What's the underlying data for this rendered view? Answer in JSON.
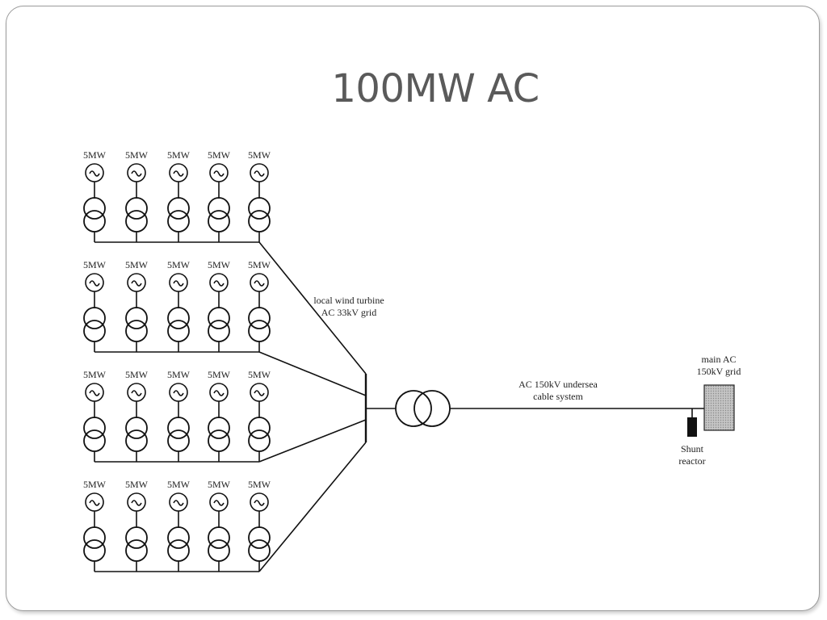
{
  "slide": {
    "title": "100MW AC"
  },
  "diagram": {
    "turbine_rating": "5MW",
    "rows": 4,
    "turbines_per_row": 5,
    "labels": {
      "local_grid_line1": "local wind turbine",
      "local_grid_line2": "AC 33kV grid",
      "cable_line1": "AC 150kV undersea",
      "cable_line2": "cable system",
      "main_grid_line1": "main AC",
      "main_grid_line2": "150kV grid",
      "shunt_line1": "Shunt",
      "shunt_line2": "reactor"
    },
    "colors": {
      "line": "#111111",
      "grid_box_fill": "#b8b8b8",
      "title": "#5a5a5a"
    }
  }
}
